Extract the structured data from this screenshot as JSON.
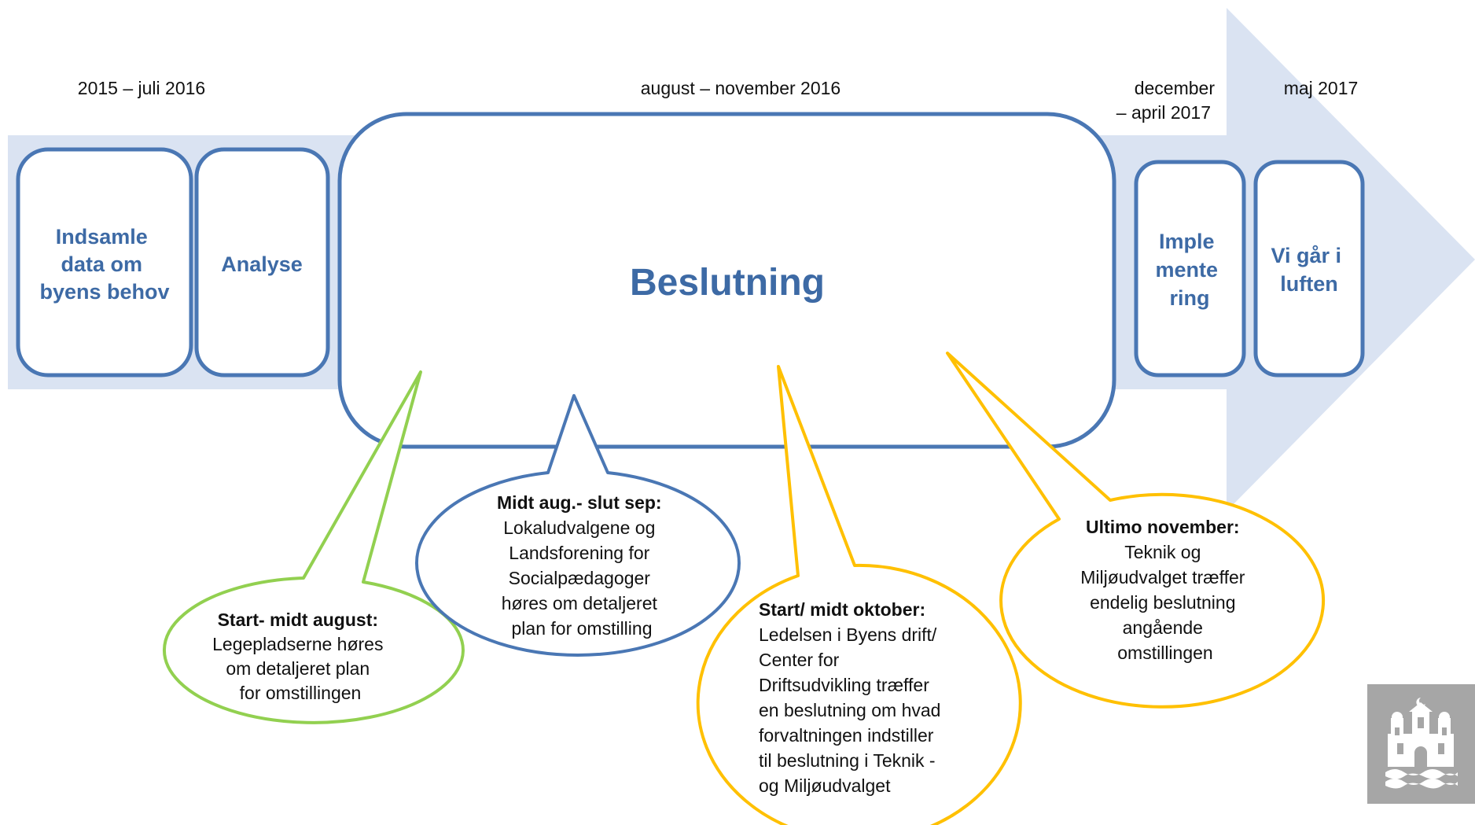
{
  "dates": {
    "phase1": "2015 – juli 2016",
    "phase2": "august – november 2016",
    "phase3_line1": "december",
    "phase3_line2": "– april 2017",
    "phase4": "maj 2017"
  },
  "stages": {
    "indsamle": [
      "Indsamle",
      "data om",
      "byens behov"
    ],
    "analyse": "Analyse",
    "beslutning": "Beslutning",
    "implementering": [
      "Imple",
      "mente",
      "ring"
    ],
    "luften": [
      "Vi går i",
      "luften"
    ]
  },
  "callouts": {
    "green": {
      "title": "Start- midt august:",
      "lines": [
        "Legepladserne høres",
        "om detaljeret plan",
        "for omstillingen"
      ]
    },
    "blue": {
      "title": "Midt aug.- slut sep:",
      "lines": [
        "Lokaludvalgene og",
        "Landsforening for",
        "Socialpædagoger",
        "høres om detaljeret",
        "plan for omstilling"
      ]
    },
    "orange_oktober": {
      "title": "Start/ midt oktober:",
      "lines": [
        "Ledelsen i Byens drift/",
        "Center for",
        "Driftsudvikling træffer",
        "en beslutning om hvad",
        "forvaltningen indstiller",
        "til  beslutning i Teknik -",
        "og Miljøudvalget"
      ]
    },
    "orange_november": {
      "title": "Ultimo november:",
      "lines": [
        "Teknik og",
        "Miljøudvalget træffer",
        "endelig beslutning",
        "angående",
        "omstillingen"
      ]
    }
  },
  "colors": {
    "arrow_fill": "#dae3f2",
    "stage_border": "#4a77b4",
    "stage_text": "#3d6aa5",
    "green": "#92d050",
    "orange": "#ffc000",
    "logo_bg": "#a6a6a6"
  },
  "icons": {
    "logo": "copenhagen-coat-of-arms-icon"
  }
}
